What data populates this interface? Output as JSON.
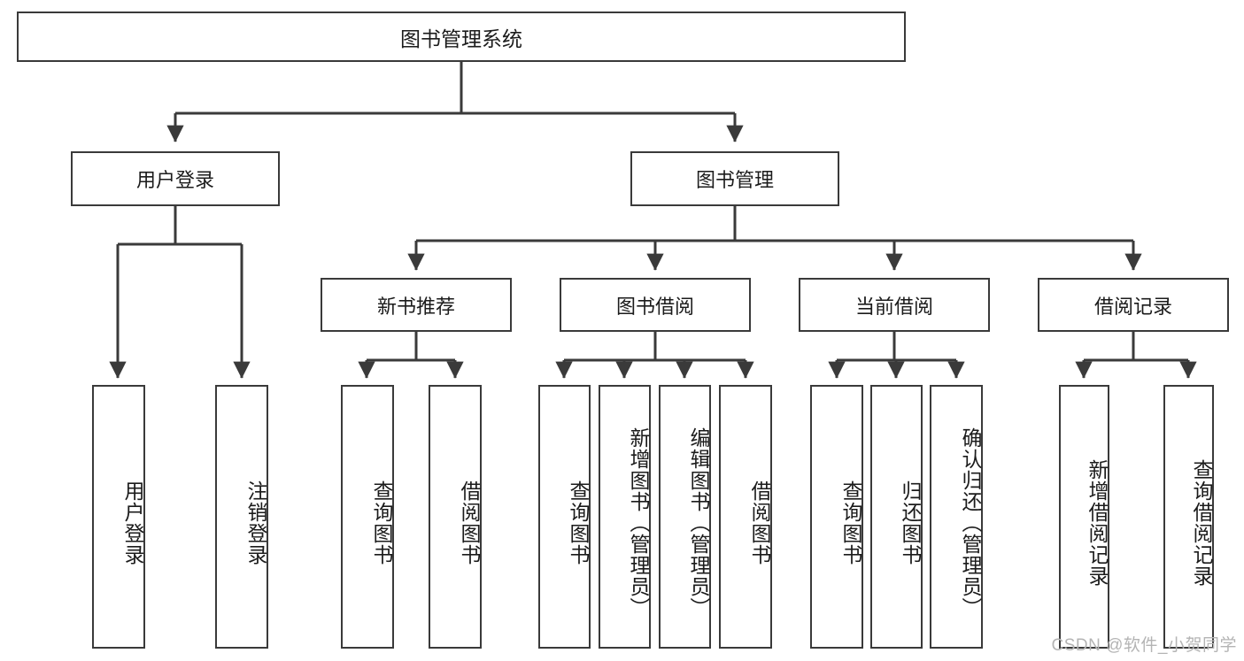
{
  "diagram": {
    "type": "tree-hierarchy",
    "title": "图书管理系统",
    "watermark": "CSDN @软件_小贺同学",
    "colors": {
      "box_border": "#3a3a3a",
      "box_fill": "#ffffff",
      "edge": "#3a3a3a",
      "text": "#1b1b1b",
      "watermark": "#b4b4b4"
    },
    "nodes": {
      "root": {
        "label": "图书管理系统"
      },
      "level2": [
        {
          "id": "user-login",
          "label": "用户登录"
        },
        {
          "id": "book-manage",
          "label": "图书管理"
        }
      ],
      "level3": [
        {
          "id": "new-book-recommend",
          "label": "新书推荐"
        },
        {
          "id": "book-borrow",
          "label": "图书借阅"
        },
        {
          "id": "current-borrow",
          "label": "当前借阅"
        },
        {
          "id": "borrow-record",
          "label": "借阅记录"
        }
      ],
      "leaves": [
        {
          "id": "leaf-user-login",
          "label": "用户登录",
          "parent": "user-login"
        },
        {
          "id": "leaf-user-logout",
          "label": "注销登录",
          "parent": "user-login"
        },
        {
          "id": "leaf-query-book-1",
          "label": "查询图书",
          "parent": "new-book-recommend"
        },
        {
          "id": "leaf-borrow-book-1",
          "label": "借阅图书",
          "parent": "new-book-recommend"
        },
        {
          "id": "leaf-query-book-2",
          "label": "查询图书",
          "parent": "book-borrow"
        },
        {
          "id": "leaf-add-book",
          "label": "新增图书（管理员）",
          "parent": "book-borrow"
        },
        {
          "id": "leaf-edit-book",
          "label": "编辑图书（管理员）",
          "parent": "book-borrow"
        },
        {
          "id": "leaf-borrow-book-2",
          "label": "借阅图书",
          "parent": "book-borrow"
        },
        {
          "id": "leaf-query-book-3",
          "label": "查询图书",
          "parent": "current-borrow"
        },
        {
          "id": "leaf-return-book",
          "label": "归还图书",
          "parent": "current-borrow"
        },
        {
          "id": "leaf-confirm-return",
          "label": "确认归还（管理员）",
          "parent": "current-borrow"
        },
        {
          "id": "leaf-add-record",
          "label": "新增借阅记录",
          "parent": "borrow-record"
        },
        {
          "id": "leaf-query-record",
          "label": "查询借阅记录",
          "parent": "borrow-record"
        }
      ]
    }
  }
}
